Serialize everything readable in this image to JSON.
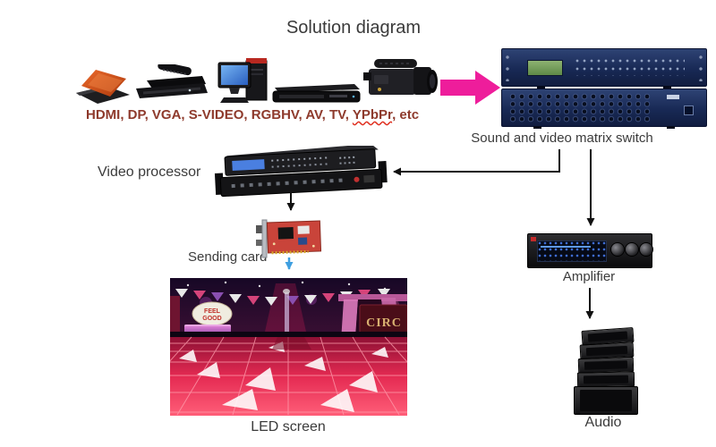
{
  "title": "Solution diagram",
  "sources": {
    "signal_prefix": "HDMI, DP, VGA, S-VIDEO, RGBHV, AV, TV, ",
    "signal_word": "YPbPr",
    "signal_suffix": ", etc",
    "device_icons": [
      "laptop-icon",
      "set-top-box-icon",
      "desktop-computer-icon",
      "dvd-player-icon",
      "video-camera-icon"
    ]
  },
  "nodes": {
    "matrix_switch": "Sound and video matrix switch",
    "video_processor": "Video processor",
    "sending_card": "Sending card",
    "led_screen": "LED screen",
    "amplifier": "Amplifier",
    "audio": "Audio"
  },
  "photo": {
    "sign_line1": "FEEL",
    "sign_line2": "GOOD",
    "banner_text": "CIRC"
  },
  "colors": {
    "accent_pink": "#ee1d9b",
    "signal_text": "#8e3a2c",
    "device_navy": "#1d2d52",
    "arrow_blue": "#3f9fe0",
    "label_gray": "#3b3b3b"
  }
}
